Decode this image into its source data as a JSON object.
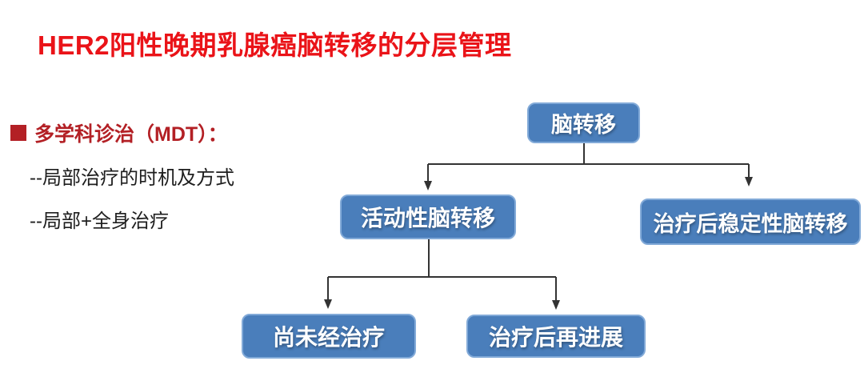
{
  "title": "HER2阳性晚期乳腺癌脑转移的分层管理",
  "sidebar": {
    "heading": "多学科诊治（MDT）：",
    "items": [
      "--局部治疗的时机及方式",
      "--局部+全身治疗"
    ]
  },
  "flowchart": {
    "nodes": {
      "root": {
        "label": "脑转移"
      },
      "active": {
        "label": "活动性脑转移"
      },
      "stable": {
        "label": "治疗后稳定性脑转移"
      },
      "untreated": {
        "label": "尚未经治疗"
      },
      "progressed": {
        "label": "治疗后再进展"
      }
    },
    "edges": [
      {
        "from": "脑转移",
        "to": "活动性脑转移"
      },
      {
        "from": "脑转移",
        "to": "治疗后稳定性脑转移"
      },
      {
        "from": "活动性脑转移",
        "to": "尚未经治疗"
      },
      {
        "from": "活动性脑转移",
        "to": "治疗后再进展"
      }
    ]
  },
  "colors": {
    "title-red": "#ea1318",
    "bullet-red": "#b32025",
    "body-text": "#1e1e1e",
    "box-fill": "#4a7ebb",
    "box-border": "#82aad8",
    "box-text": "#ffffff",
    "connector": "#333333",
    "background": "#ffffff"
  }
}
